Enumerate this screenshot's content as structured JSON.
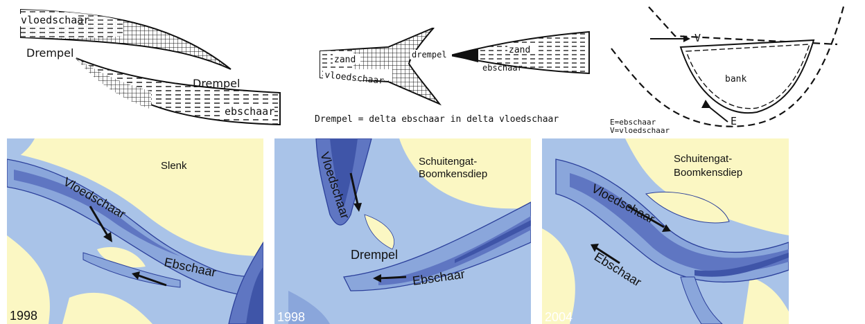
{
  "sketches": {
    "left": {
      "vloedschaar": "vloedschaar",
      "drempel_left": "Drempel",
      "drempel_right": "Drempel",
      "ebschaar": "ebschaar"
    },
    "middle": {
      "zand_left": "zand",
      "vloedschaar": "vloedschaar",
      "drempel": "drempel",
      "zand_right": "zand",
      "ebschaar": "ebschaar",
      "caption": "Drempel = delta ebschaar in delta vloedschaar"
    },
    "right": {
      "v": "V",
      "bank": "bank",
      "e": "E",
      "legend_e": "E=ebschaar",
      "legend_v": "V=vloedschaar"
    }
  },
  "maps": [
    {
      "title": "Slenk",
      "labels": {
        "vloedschaar": "Vloedschaar",
        "ebschaar": "Ebschaar"
      },
      "year": "1998",
      "year_color": "#111111"
    },
    {
      "title_line1": "Schuitengat-",
      "title_line2": "Boomkensdiep",
      "labels": {
        "vloedschaar": "Vloedschaar",
        "drempel": "Drempel",
        "ebschaar": "Ebschaar"
      },
      "year": "1998",
      "year_color": "#ffffff"
    },
    {
      "title_line1": "Schuitengat-",
      "title_line2": "Boomkensdiep",
      "labels": {
        "vloedschaar": "Vloedschaar",
        "ebschaar": "Ebschaar"
      },
      "year": "2004",
      "year_color": "#ffffff"
    }
  ],
  "colors": {
    "sand": "#fbf7c3",
    "shallow": "#a9c3e8",
    "mid": "#8aa6db",
    "deep": "#5f76c2",
    "deepest": "#3f55a8",
    "contour": "#2b3f9a"
  }
}
